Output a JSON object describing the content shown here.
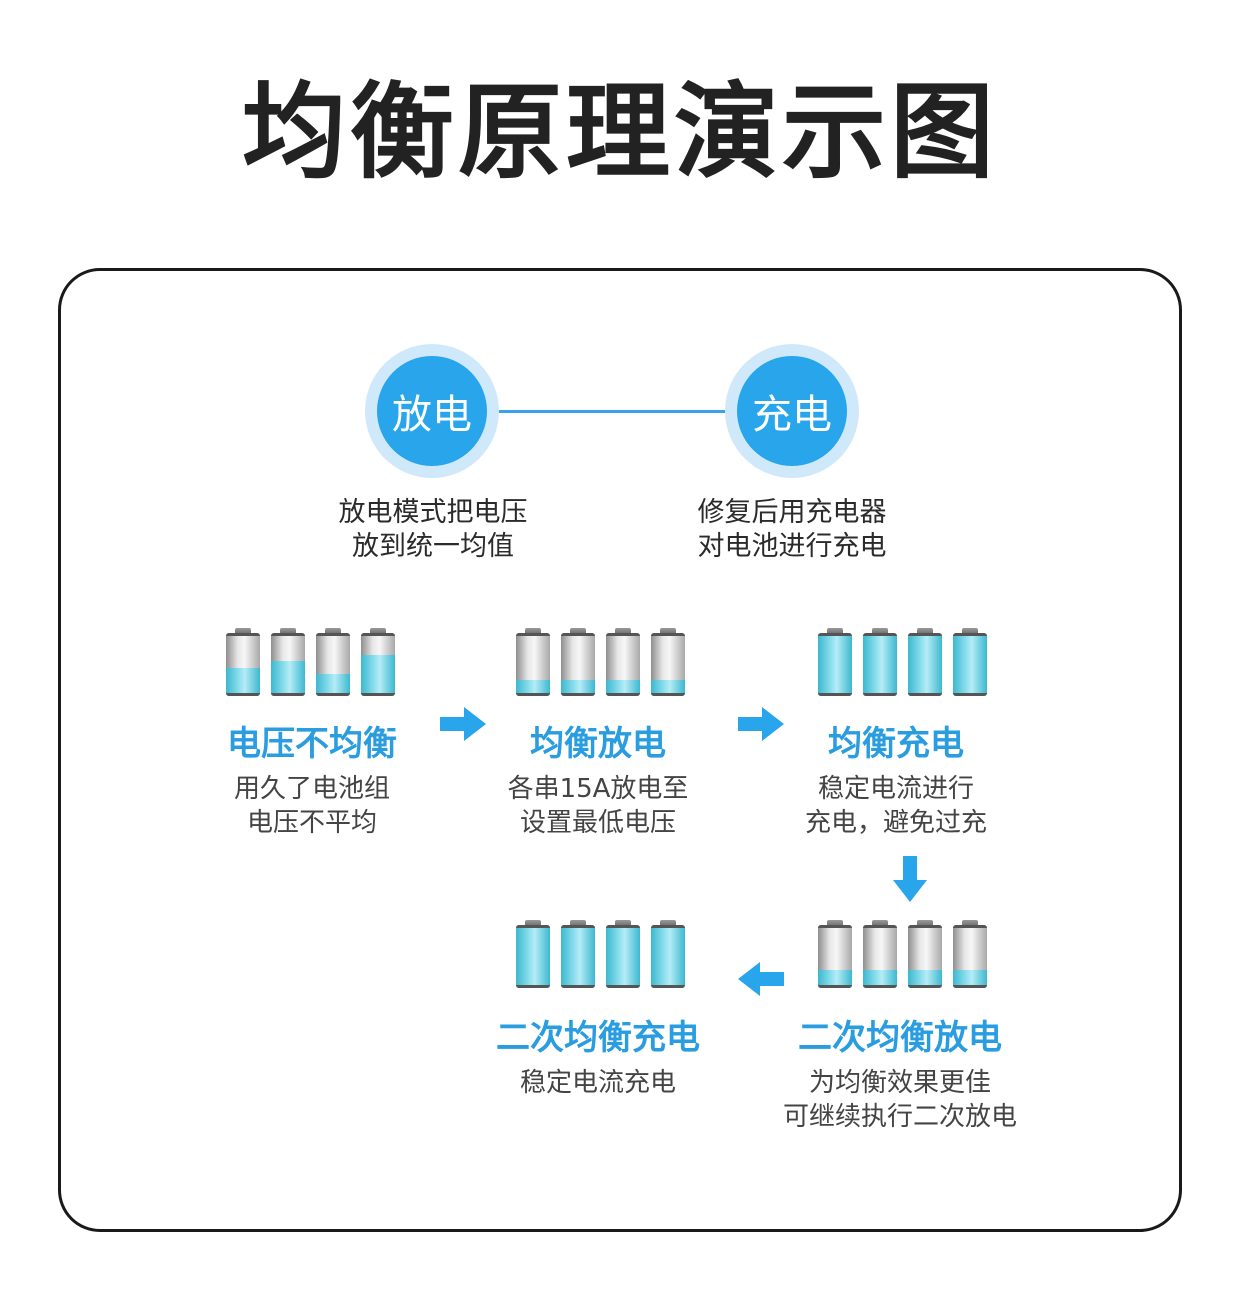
{
  "title": "均衡原理演示图",
  "colors": {
    "accent": "#29a5ec",
    "step_title": "#2a9de1",
    "fill": "#3cb8cf"
  },
  "modes": [
    {
      "label": "放电",
      "desc_line1": "放电模式把电压",
      "desc_line2": "放到统一均值"
    },
    {
      "label": "充电",
      "desc_line1": "修复后用充电器",
      "desc_line2": "对电池进行充电"
    }
  ],
  "steps": [
    {
      "title": "电压不均衡",
      "desc_line1": "用久了电池组",
      "desc_line2": "电压不平均",
      "levels": [
        0.45,
        0.55,
        0.35,
        0.65
      ]
    },
    {
      "title": "均衡放电",
      "desc_line1": "各串15A放电至",
      "desc_line2": "设置最低电压",
      "levels": [
        0.25,
        0.25,
        0.25,
        0.25
      ]
    },
    {
      "title": "均衡充电",
      "desc_line1": "稳定电流进行",
      "desc_line2": "充电，避免过充",
      "levels": [
        0.95,
        0.95,
        0.95,
        0.95
      ]
    },
    {
      "title": "二次均衡放电",
      "desc_line1": "为均衡效果更佳",
      "desc_line2": "可继续执行二次放电",
      "levels": [
        0.28,
        0.28,
        0.28,
        0.28
      ]
    },
    {
      "title": "二次均衡充电",
      "desc_line1": "稳定电流充电",
      "desc_line2": "",
      "levels": [
        0.95,
        0.95,
        0.95,
        0.95
      ]
    }
  ]
}
